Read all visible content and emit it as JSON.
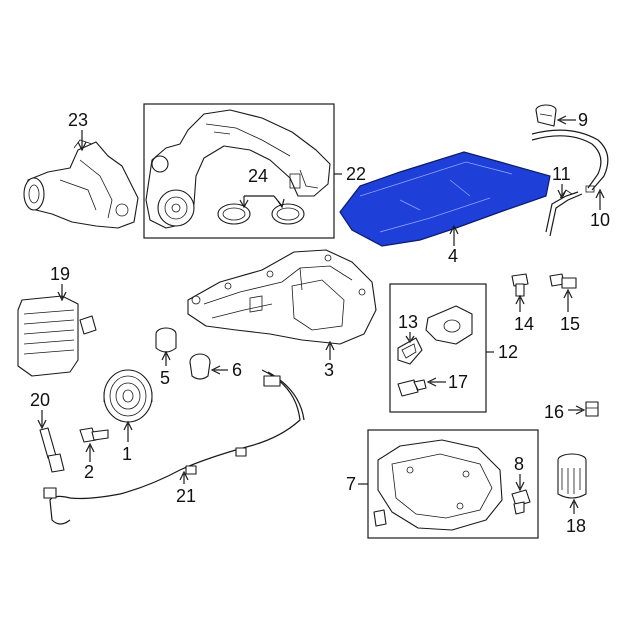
{
  "callouts": {
    "c1": "1",
    "c2": "2",
    "c3": "3",
    "c4": "4",
    "c5": "5",
    "c6": "6",
    "c7": "7",
    "c8": "8",
    "c9": "9",
    "c10": "10",
    "c11": "11",
    "c12": "12",
    "c13": "13",
    "c14": "14",
    "c15": "15",
    "c16": "16",
    "c17": "17",
    "c18": "18",
    "c19": "19",
    "c20": "20",
    "c21": "21",
    "c22": "22",
    "c23": "23",
    "c24": "24"
  },
  "colors": {
    "highlight_part": "#1e3fd8",
    "line": "#1a1a1a",
    "background": "#ffffff"
  }
}
